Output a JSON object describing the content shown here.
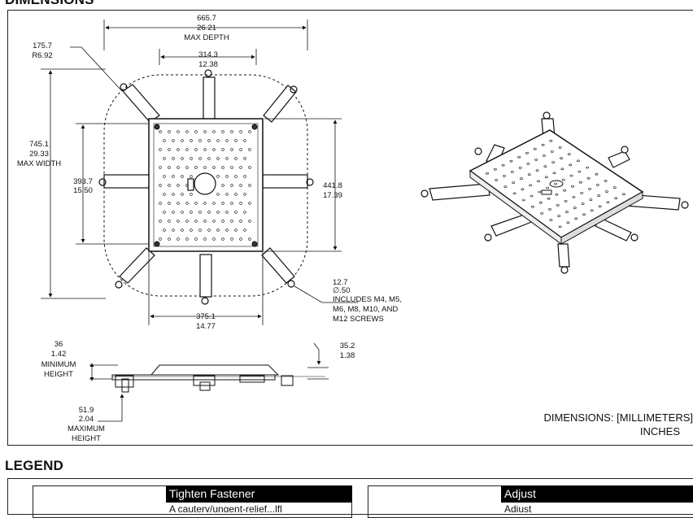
{
  "headings": {
    "dimensions": "DIMENSIONS",
    "legend": "LEGEND"
  },
  "dimensions": {
    "max_depth": {
      "mm": "665.7",
      "in": "26.21",
      "label": "MAX DEPTH"
    },
    "radius": {
      "mm": "175.7",
      "in": "R6.92"
    },
    "top_width": {
      "mm": "314.3",
      "in": "12.38"
    },
    "max_width": {
      "mm": "745.1",
      "in": "29.33",
      "label": "MAX WIDTH"
    },
    "plate_height": {
      "mm": "393.7",
      "in": "15.50"
    },
    "plate_right": {
      "mm": "441.8",
      "in": "17.39"
    },
    "hole": {
      "mm": "12.7",
      "in": "∅.50",
      "lines": [
        "INCLUDES M4, M5,",
        "M6, M8, M10, AND",
        "M12 SCREWS"
      ]
    },
    "plate_width": {
      "mm": "375.1",
      "in": "14.77"
    },
    "min_height": {
      "mm": "36",
      "in": "1.42",
      "lines": [
        "MINIMUM",
        "HEIGHT"
      ]
    },
    "side_height": {
      "mm": "35.2",
      "in": "1.38"
    },
    "max_height": {
      "mm": "51.9",
      "in": "2.04",
      "lines": [
        "MAXIMUM",
        "HEIGHT"
      ]
    }
  },
  "units_note": {
    "line1": "DIMENSIONS:  [MILLIMETERS]",
    "line2": "INCHES"
  },
  "legend": {
    "items": [
      {
        "title": "Tighten Fastener",
        "sub": "A cautery/ungent-relief...lfl"
      },
      {
        "title": "Adjust",
        "sub": "Adjust"
      }
    ]
  }
}
